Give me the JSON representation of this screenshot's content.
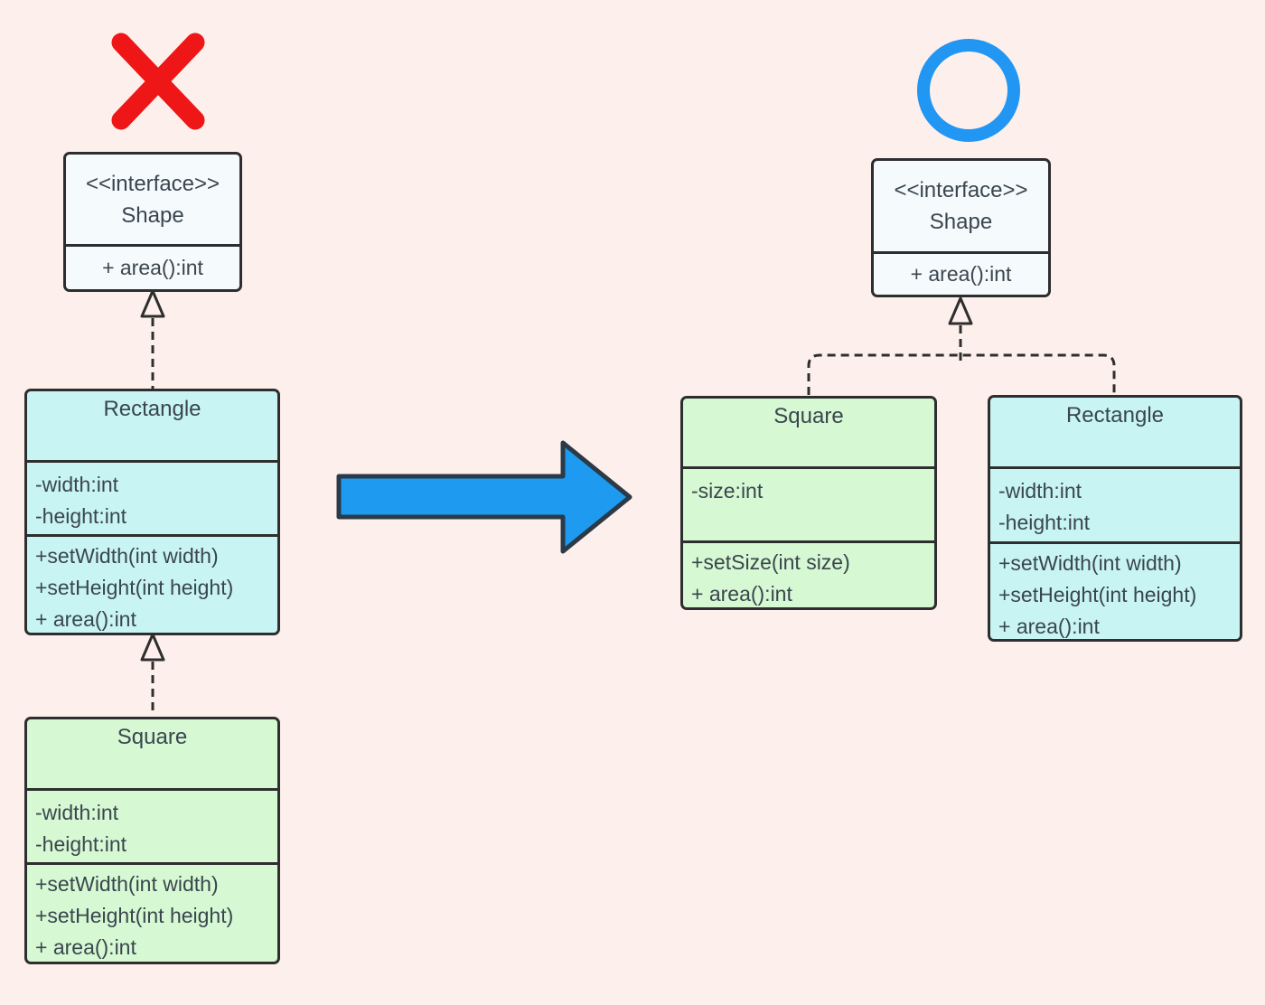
{
  "background_color": "#fdf0ec",
  "colors": {
    "wrong_mark_red": "#ee1616",
    "correct_mark_blue": "#2196f3",
    "transform_arrow_fill": "#1e9bf0",
    "transform_arrow_outline": "#2c3a47",
    "interface_box_fill": "#f5fafc",
    "rectangle_box_fill": "#c8f4f4",
    "square_box_fill": "#d6f8d3",
    "connector_color": "#2e2e2e",
    "text_color": "#3a464e"
  },
  "left_diagram": {
    "verdict_icon": "red-x-mark",
    "shape_interface": {
      "stereotype": "<<interface>>",
      "name": "Shape",
      "methods": [
        "+ area():int"
      ]
    },
    "rectangle": {
      "title": "Rectangle",
      "attributes": [
        "-width:int",
        "-height:int"
      ],
      "methods": [
        "+setWidth(int width)",
        "+setHeight(int height)",
        "+ area():int"
      ]
    },
    "square": {
      "title": "Square",
      "attributes": [
        "-width:int",
        "-height:int"
      ],
      "methods": [
        "+setWidth(int width)",
        "+setHeight(int height)",
        "+ area():int"
      ]
    }
  },
  "right_diagram": {
    "verdict_icon": "blue-circle-mark",
    "shape_interface": {
      "stereotype": "<<interface>>",
      "name": "Shape",
      "methods": [
        "+ area():int"
      ]
    },
    "square": {
      "title": "Square",
      "attributes": [
        "-size:int"
      ],
      "methods": [
        "+setSize(int size)",
        "+ area():int"
      ]
    },
    "rectangle": {
      "title": "Rectangle",
      "attributes": [
        "-width:int",
        "-height:int"
      ],
      "methods": [
        "+setWidth(int width)",
        "+setHeight(int height)",
        "+ area():int"
      ]
    }
  }
}
